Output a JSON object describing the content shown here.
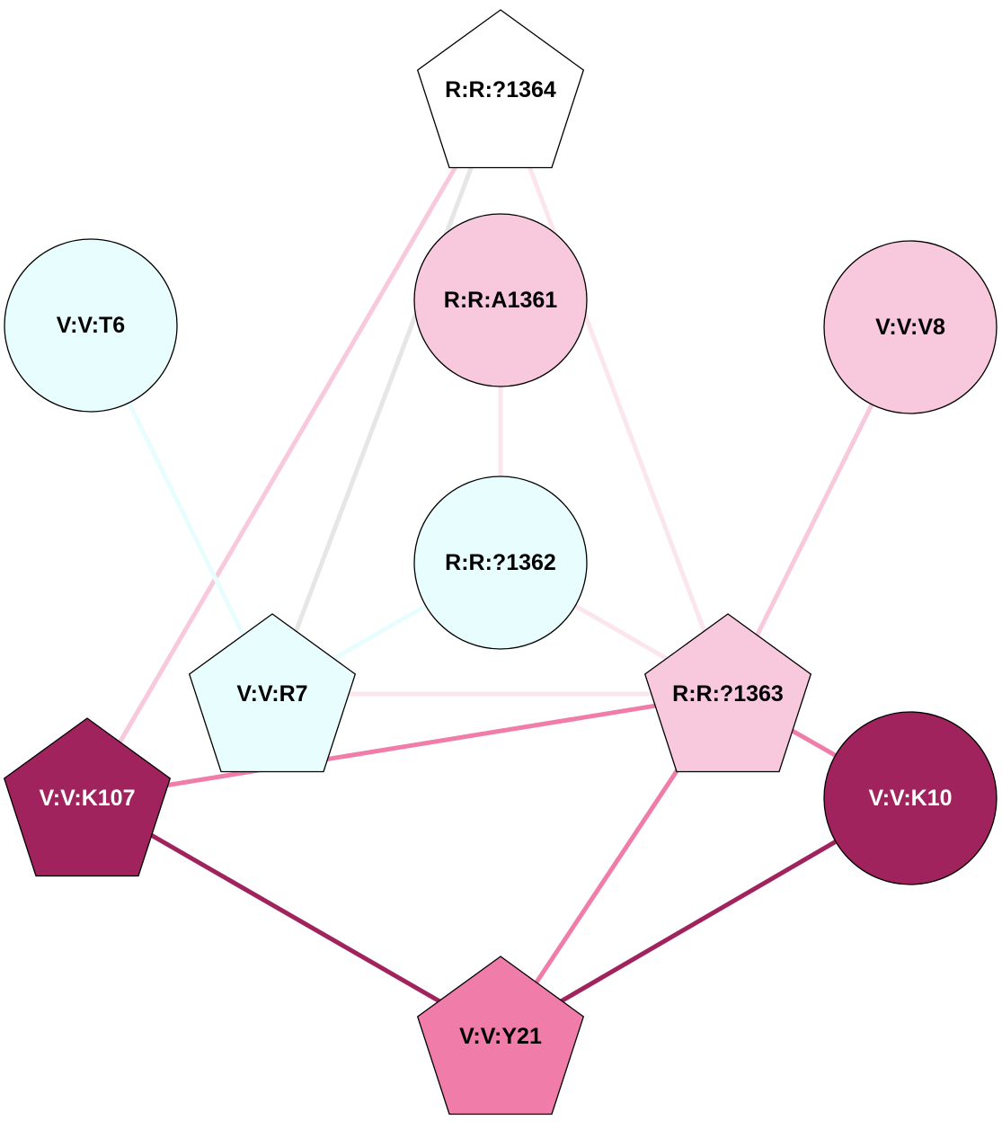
{
  "diagram": {
    "type": "residue-interaction-network",
    "nodes": [
      {
        "id": "R:R:?1364",
        "label": "R:R:?1364",
        "shape": "pentagon",
        "fill": "#ffffff",
        "text_color": "#000000"
      },
      {
        "id": "V:V:T6",
        "label": "V:V:T6",
        "shape": "circle",
        "fill": "#e8fdfd",
        "text_color": "#000000"
      },
      {
        "id": "R:R:A1361",
        "label": "R:R:A1361",
        "shape": "circle",
        "fill": "#f8c8dc",
        "text_color": "#000000"
      },
      {
        "id": "V:V:V8",
        "label": "V:V:V8",
        "shape": "circle",
        "fill": "#f8c8dc",
        "text_color": "#000000"
      },
      {
        "id": "R:R:?1362",
        "label": "R:R:?1362",
        "shape": "circle",
        "fill": "#e8fdfd",
        "text_color": "#000000"
      },
      {
        "id": "V:V:R7",
        "label": "V:V:R7",
        "shape": "pentagon",
        "fill": "#e8fdfd",
        "text_color": "#000000"
      },
      {
        "id": "R:R:?1363",
        "label": "R:R:?1363",
        "shape": "pentagon",
        "fill": "#f8c8dc",
        "text_color": "#000000"
      },
      {
        "id": "V:V:K107",
        "label": "V:V:K107",
        "shape": "pentagon",
        "fill": "#a0235e",
        "text_color": "#ffffff"
      },
      {
        "id": "V:V:K10",
        "label": "V:V:K10",
        "shape": "circle",
        "fill": "#a0235e",
        "text_color": "#ffffff"
      },
      {
        "id": "V:V:Y21",
        "label": "V:V:Y21",
        "shape": "pentagon",
        "fill": "#f07caa",
        "text_color": "#000000"
      }
    ],
    "edges": [
      {
        "source": "R:R:?1364",
        "target": "V:V:K107",
        "color": "#f8c8dc"
      },
      {
        "source": "R:R:?1364",
        "target": "V:V:R7",
        "color": "#e6e6e6"
      },
      {
        "source": "R:R:?1364",
        "target": "R:R:?1363",
        "color": "#fbe6ee"
      },
      {
        "source": "R:R:A1361",
        "target": "R:R:?1362",
        "color": "#fbe6ee"
      },
      {
        "source": "V:V:T6",
        "target": "V:V:R7",
        "color": "#e8fdfd"
      },
      {
        "source": "R:R:?1362",
        "target": "V:V:R7",
        "color": "#e8fdfd"
      },
      {
        "source": "R:R:?1362",
        "target": "R:R:?1363",
        "color": "#fbe6ee"
      },
      {
        "source": "V:V:R7",
        "target": "R:R:?1363",
        "color": "#fbe6ee"
      },
      {
        "source": "V:V:V8",
        "target": "R:R:?1363",
        "color": "#f8c8dc"
      },
      {
        "source": "R:R:?1363",
        "target": "V:V:K107",
        "color": "#f07caa"
      },
      {
        "source": "R:R:?1363",
        "target": "V:V:K10",
        "color": "#f07caa"
      },
      {
        "source": "R:R:?1363",
        "target": "V:V:Y21",
        "color": "#f07caa"
      },
      {
        "source": "V:V:K107",
        "target": "V:V:Y21",
        "color": "#a0235e"
      },
      {
        "source": "V:V:K10",
        "target": "V:V:Y21",
        "color": "#a0235e"
      }
    ]
  }
}
